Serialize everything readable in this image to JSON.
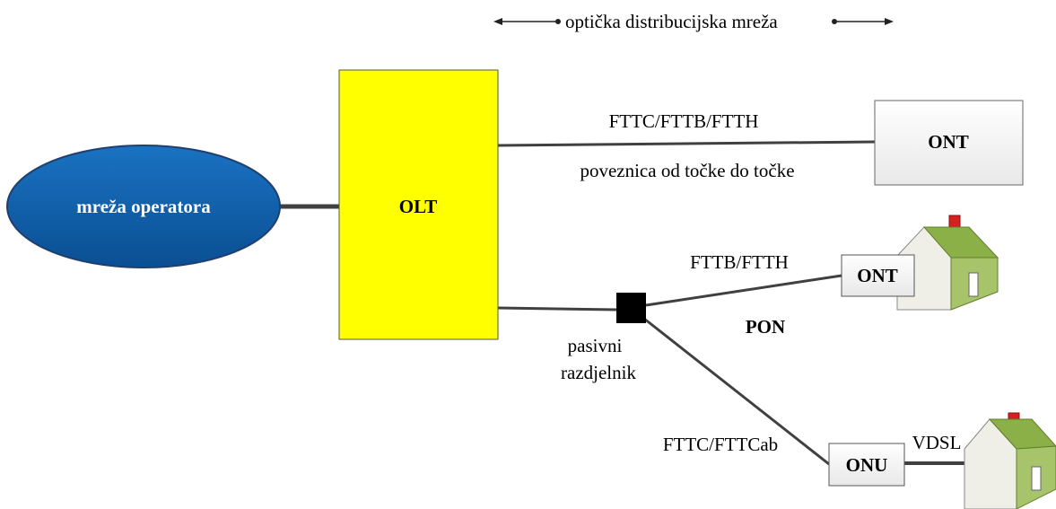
{
  "header": {
    "optical_network_label": "optička distribucijska mreža"
  },
  "nodes": {
    "operator_network": "mreža operatora",
    "olt": "OLT",
    "ont_top": "ONT",
    "ont_middle": "ONT",
    "onu": "ONU"
  },
  "links": {
    "p2p_type": "FTTC/FTTB/FTTH",
    "p2p_description": "poveznica od točke do točke",
    "pon_branch_upper": "FTTB/FTTH",
    "pon_label": "PON",
    "pon_branch_lower": "FTTC/FTTCab",
    "vdsl": "VDSL"
  },
  "splitter": {
    "label_line1": "pasivni",
    "label_line2": "razdjelnik"
  },
  "colors": {
    "operator_fill": "#0b5ea8",
    "operator_stroke": "#1f3f6e",
    "olt_fill": "#ffff00",
    "house_wall": "#f0f0ea",
    "house_roof": "#8db04a",
    "chimney": "#d42020"
  }
}
